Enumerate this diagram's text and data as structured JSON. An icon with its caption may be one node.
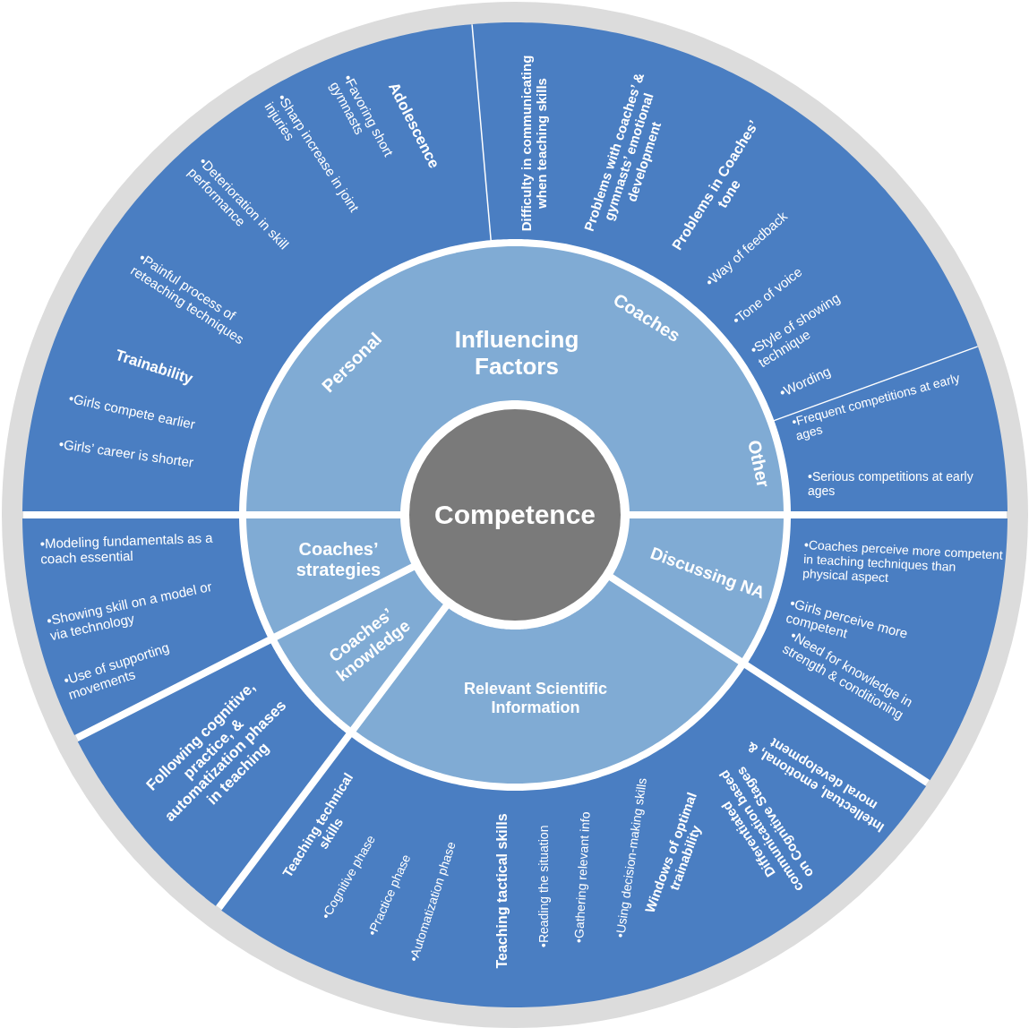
{
  "diagram": {
    "nodes": [
      {
        "text": [
          "Competence"
        ]
      },
      {
        "text": [
          "Influencing Factors",
          "Personal",
          "Coaches",
          "Other"
        ]
      },
      {
        "text": [
          "Discussing NA"
        ]
      },
      {
        "text": [
          "Relevant Scientific Information"
        ]
      },
      {
        "text": [
          "Coaches’ knowledge"
        ]
      },
      {
        "text": [
          "Coaches’ strategies"
        ]
      },
      {
        "text": [
          "Adolescence",
          "•Favoring short gymnasts",
          "•Sharp increase in joint injuries",
          "•Deterioration in skill performance",
          "•Painful process of reteaching techniques",
          "Trainability",
          "•Girls compete earlier",
          "•Girls’ career is shorter"
        ]
      },
      {
        "text": [
          "Difficulty in communicating when teaching skills",
          "Problems with coaches’ & gymnasts’ emotional development",
          "Problems in Coaches’ tone",
          "•Way of feedback",
          "•Tone of voice",
          "•Style of showing technique",
          "•Wording"
        ]
      },
      {
        "text": [
          "•Frequent competitions at early ages",
          "•Serious competitions at early ages"
        ]
      },
      {
        "text": [
          "•Coaches perceive more competent in teaching techniques than physical aspect",
          "•Girls perceive more competent",
          "•Need for knowledge in strength & conditioning"
        ]
      },
      {
        "text": [
          "Intellectual, emotional, & moral development",
          "Differentiated communication based on Cognitive Stages",
          "Windows of optimal trainability",
          "•Using decision-making skills",
          "•Gathering relevant info",
          "•Reading the situation",
          "Teaching tactical skills",
          "•Automatization phase",
          "•Practice phase",
          "•Cognitive phase",
          "Teaching technical skills"
        ]
      },
      {
        "text": [
          "Following cognitive, practice, & automatization phases in teaching"
        ]
      },
      {
        "text": [
          "•Modeling fundamentals as a coach essential",
          "•Showing skill on a model or via technology",
          "•Use of supporting movements"
        ]
      }
    ]
  }
}
